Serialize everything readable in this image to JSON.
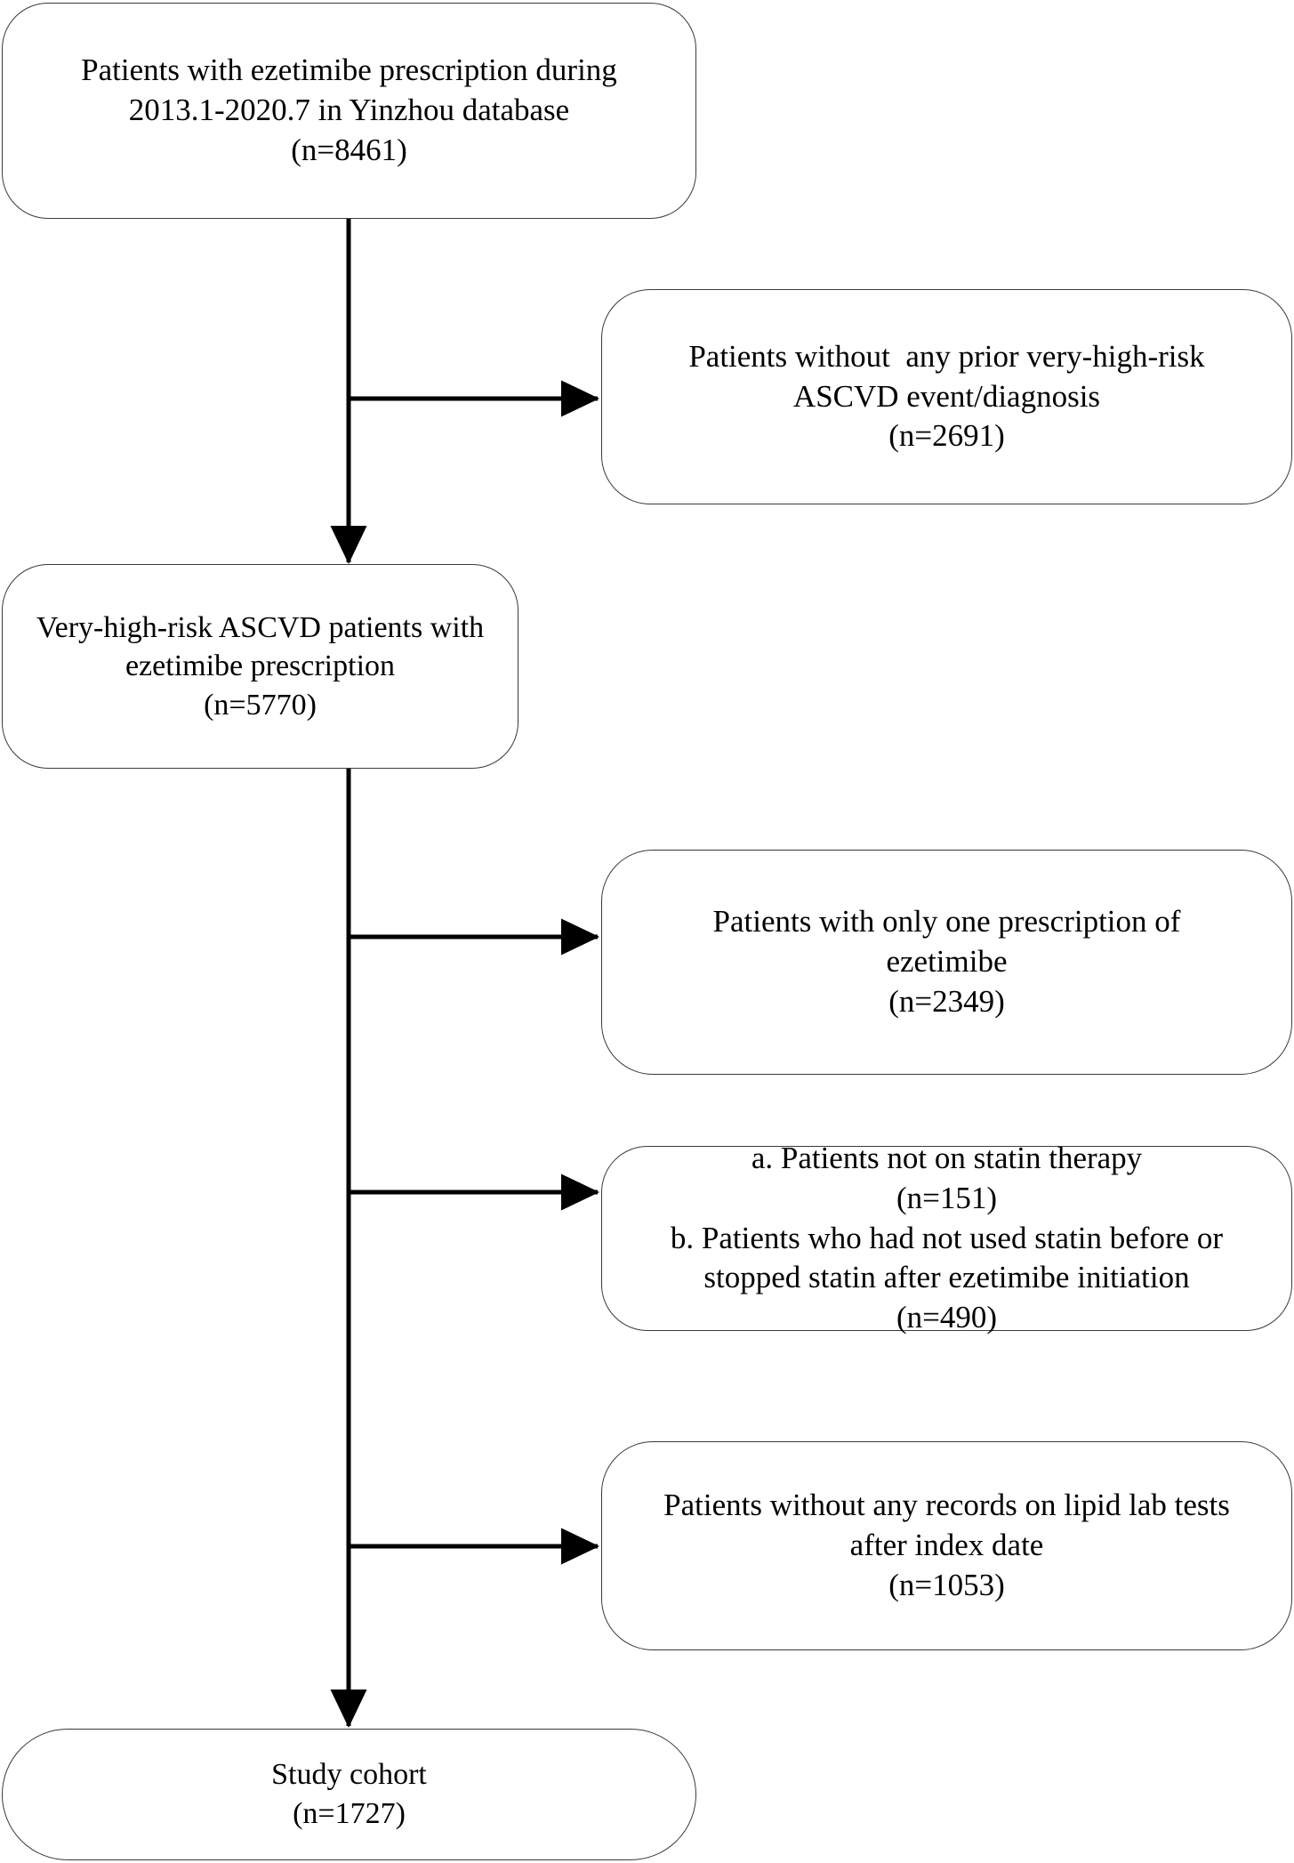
{
  "diagram": {
    "title": "Study cohort selection flowchart",
    "line_color": "#3a3a3a",
    "arrow_color": "#000000",
    "background": "#ffffff"
  },
  "nodes": {
    "source": {
      "name": "source-population",
      "lines": [
        "Patients with ezetimibe prescription during",
        "2013.1-2020.7 in Yinzhou database",
        "(n=8461)"
      ],
      "count": "8461"
    },
    "exclusion_ascvd": {
      "name": "exclusion-no-prior-ascvd",
      "lines": [
        "Patients without  any prior very-high-risk",
        "ASCVD event/diagnosis",
        "(n=2691)"
      ],
      "count": "2691"
    },
    "very_high_risk": {
      "name": "very-high-risk-ascvd-cohort",
      "lines": [
        "Very-high-risk ASCVD patients with",
        "ezetimibe prescription",
        "(n=5770)"
      ],
      "count": "5770"
    },
    "exclusion_single_rx": {
      "name": "exclusion-single-prescription",
      "lines": [
        "Patients with only one prescription of",
        "ezetimibe",
        "(n=2349)"
      ],
      "count": "2349"
    },
    "exclusion_statin": {
      "name": "exclusion-statin-criteria",
      "lines": [
        "a. Patients not on statin therapy",
        "(n=151)",
        "b. Patients who had not used statin before or",
        "stopped statin after ezetimibe initiation",
        "(n=490)"
      ],
      "count_a": "151",
      "count_b": "490"
    },
    "exclusion_lipid": {
      "name": "exclusion-no-lipid-labs",
      "lines": [
        "Patients without any records on lipid lab tests",
        "after index date",
        "(n=1053)"
      ],
      "count": "1053"
    },
    "study_cohort": {
      "name": "final-study-cohort",
      "lines": [
        "Study cohort",
        "(n=1727)"
      ],
      "count": "1727"
    }
  },
  "connectors": [
    {
      "name": "spine-source-to-vhr",
      "from": "source",
      "to": "very_high_risk",
      "kind": "vertical-arrow"
    },
    {
      "name": "branch-to-exclusion-ascvd",
      "from": "spine",
      "to": "exclusion_ascvd",
      "kind": "horizontal-arrow"
    },
    {
      "name": "branch-to-exclusion-single",
      "from": "spine",
      "to": "exclusion_single_rx",
      "kind": "horizontal-arrow"
    },
    {
      "name": "branch-to-exclusion-statin",
      "from": "spine",
      "to": "exclusion_statin",
      "kind": "horizontal-arrow"
    },
    {
      "name": "branch-to-exclusion-lipid",
      "from": "spine",
      "to": "exclusion_lipid",
      "kind": "horizontal-arrow"
    },
    {
      "name": "spine-vhr-to-cohort",
      "from": "very_high_risk",
      "to": "study_cohort",
      "kind": "vertical-arrow"
    }
  ]
}
